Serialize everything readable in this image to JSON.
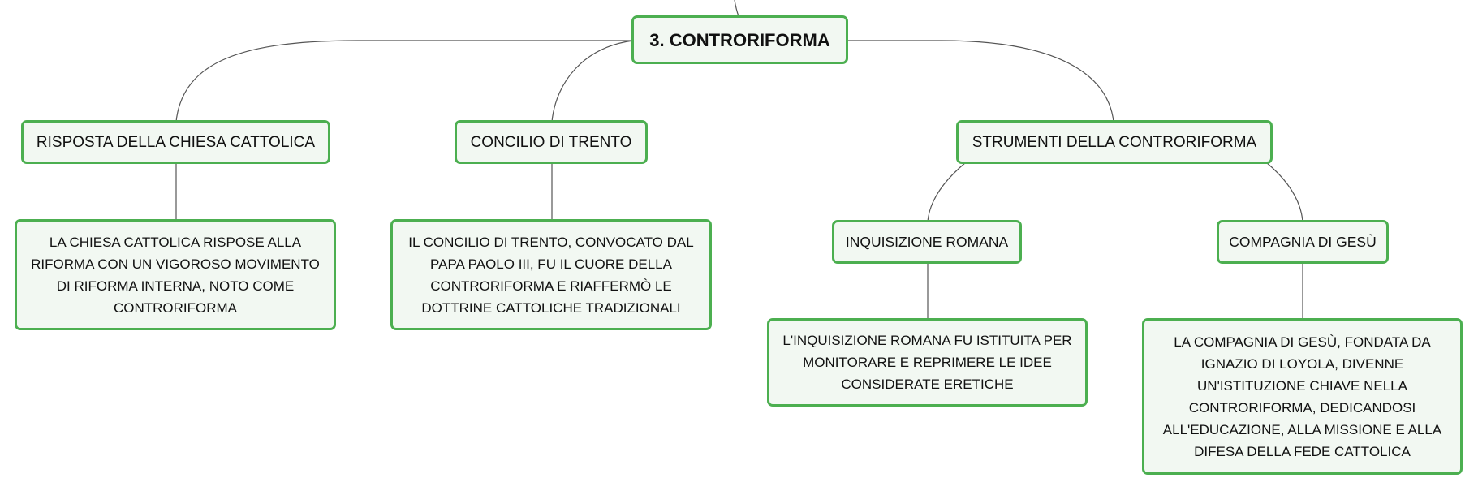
{
  "diagram": {
    "root": {
      "label": "3. CONTRORIFORMA"
    },
    "branches": [
      {
        "label": "RISPOSTA DELLA CHIESA CATTOLICA",
        "detail": "LA CHIESA CATTOLICA RISPOSE ALLA RIFORMA CON UN VIGOROSO MOVIMENTO DI RIFORMA INTERNA, NOTO COME CONTRORIFORMA"
      },
      {
        "label": "CONCILIO DI TRENTO",
        "detail": "IL CONCILIO DI TRENTO, CONVOCATO DAL PAPA PAOLO III, FU IL CUORE DELLA CONTRORIFORMA E RIAFFERMÒ LE DOTTRINE CATTOLICHE TRADIZIONALI"
      },
      {
        "label": "STRUMENTI DELLA CONTRORIFORMA",
        "children": [
          {
            "label": "INQUISIZIONE ROMANA",
            "detail": "L'INQUISIZIONE ROMANA FU ISTITUITA PER MONITORARE E REPRIMERE LE IDEE CONSIDERATE ERETICHE"
          },
          {
            "label": "COMPAGNIA DI GESÙ",
            "detail": "LA COMPAGNIA DI GESÙ, FONDATA DA IGNAZIO DI LOYOLA, DIVENNE UN'ISTITUZIONE CHIAVE NELLA CONTRORIFORMA, DEDICANDOSI ALL'EDUCAZIONE, ALLA MISSIONE E ALLA DIFESA DELLA FEDE CATTOLICA"
          }
        ]
      }
    ]
  },
  "colors": {
    "node_border": "#4caf50",
    "node_fill": "#f2f8f2",
    "connector": "#555555"
  }
}
